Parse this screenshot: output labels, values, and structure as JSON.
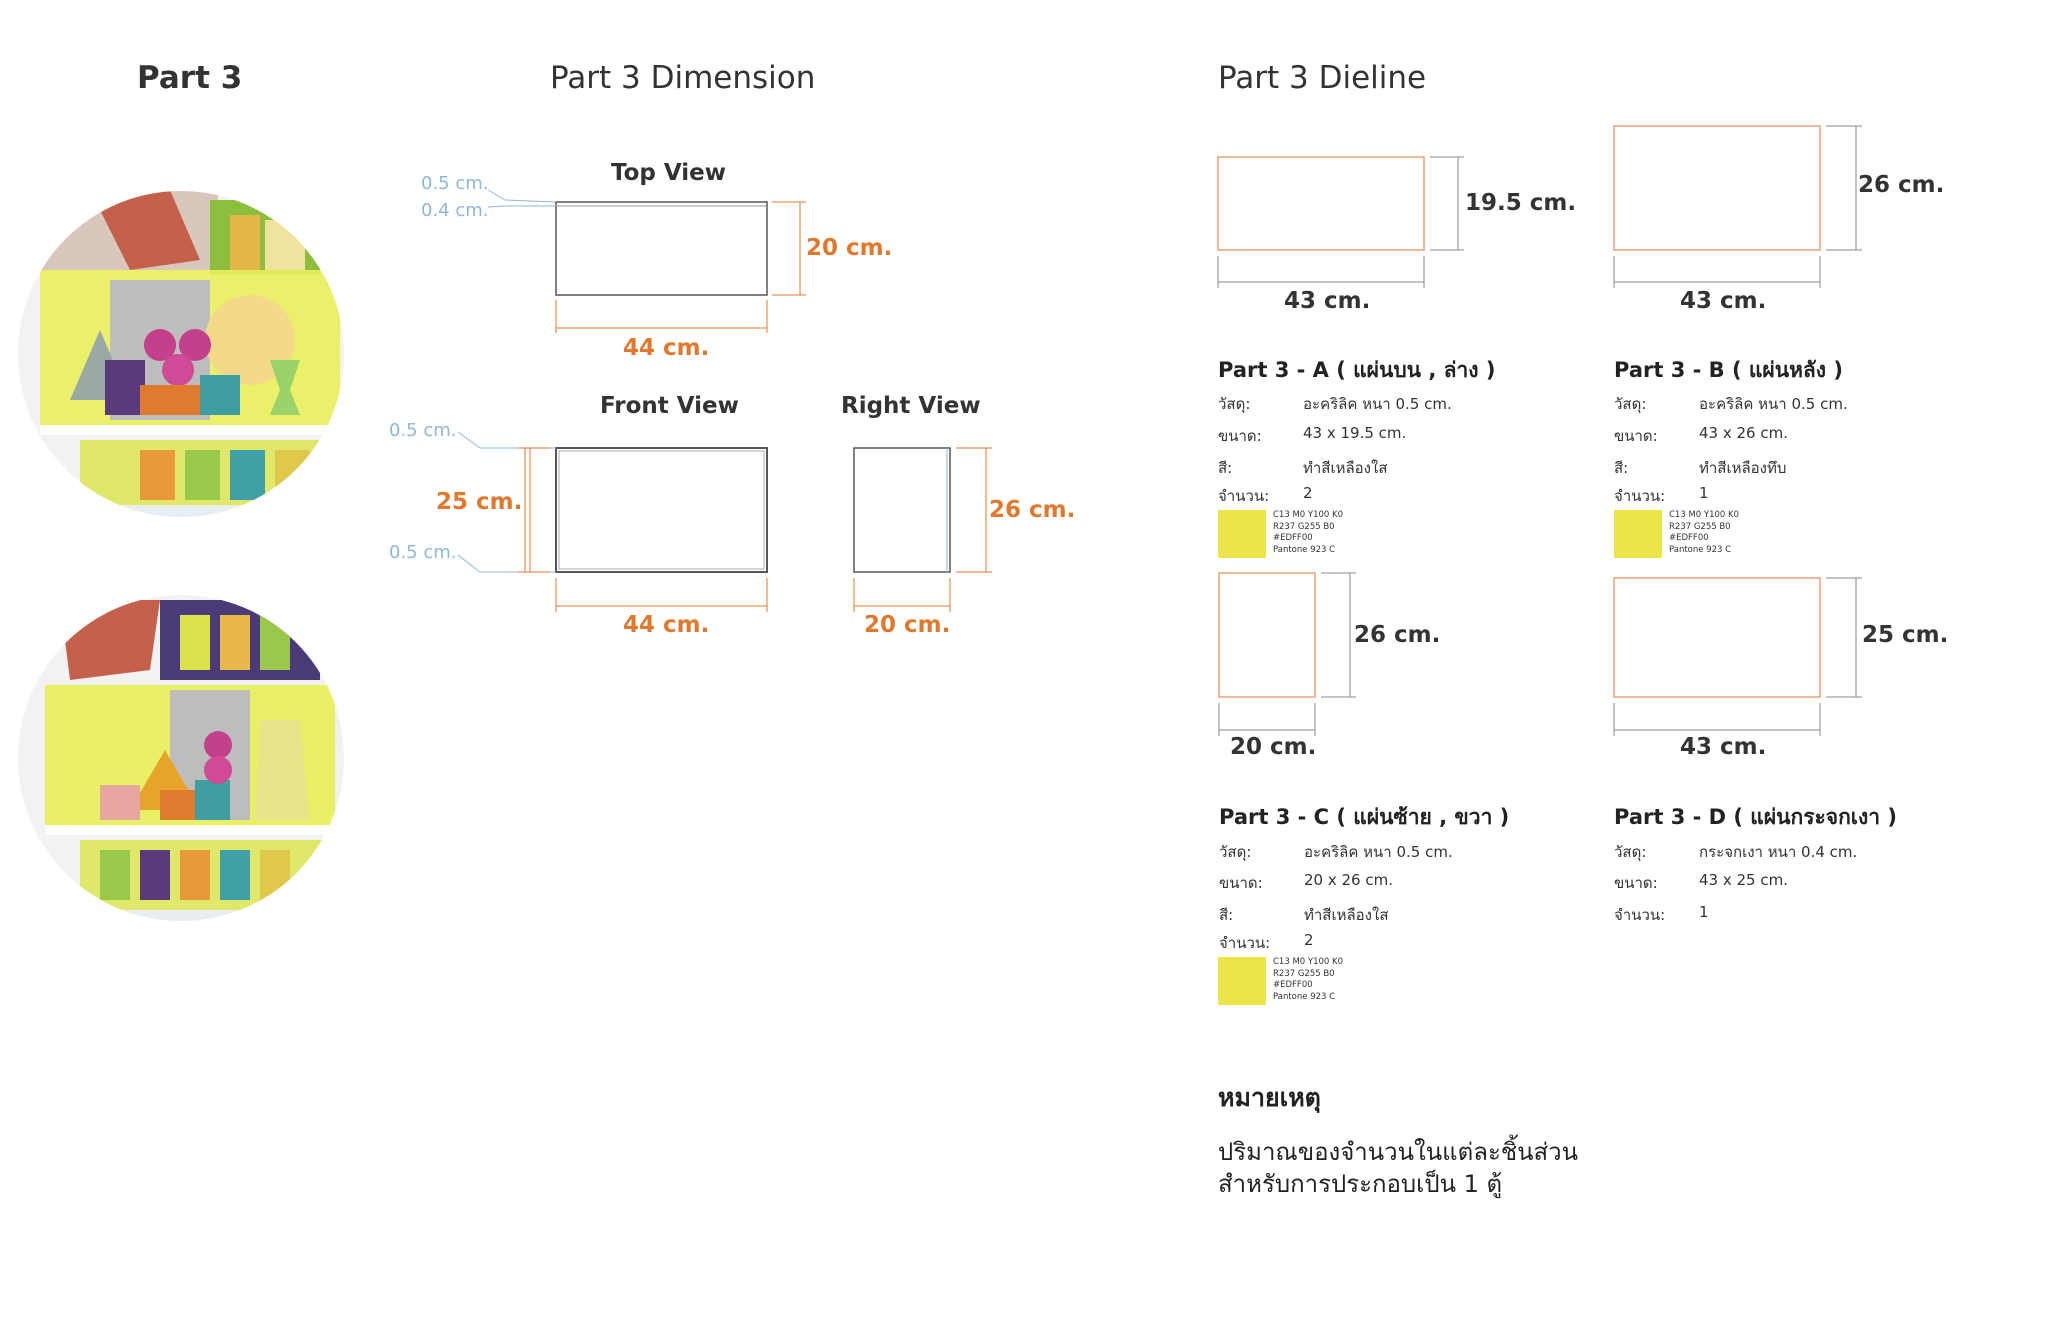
{
  "titles": {
    "part": "Part 3",
    "dimension": "Part 3 Dimension",
    "dieline": "Part 3 Dieline"
  },
  "views": {
    "top": "Top View",
    "front": "Front View",
    "right": "Right View"
  },
  "dims": {
    "top_thick1": "0.5 cm.",
    "top_thick2": "0.4 cm.",
    "top_height": "20 cm.",
    "top_width": "44 cm.",
    "front_thick_top": "0.5 cm.",
    "front_height": "25 cm.",
    "front_thick_bottom": "0.5 cm.",
    "front_width": "44 cm.",
    "right_height": "26 cm.",
    "right_width": "20 cm."
  },
  "dieline": {
    "a": {
      "h": "19.5 cm.",
      "w": "43 cm."
    },
    "b": {
      "h": "26 cm.",
      "w": "43 cm."
    },
    "c": {
      "h": "26 cm.",
      "w": "20 cm."
    },
    "d": {
      "h": "25 cm.",
      "w": "43 cm."
    }
  },
  "spec_labels": {
    "material": "วัสดุ:",
    "size": "ขนาด:",
    "color": "สี:",
    "qty": "จำนวน:"
  },
  "parts": [
    {
      "title": "Part 3 - A ( แผ่นบน , ล่าง )",
      "material": "อะคริลิค หนา 0.5 cm.",
      "size": "43 x 19.5 cm.",
      "color": "ทำสีเหลืองใส",
      "qty": "2"
    },
    {
      "title": "Part 3 - B ( แผ่นหลัง )",
      "material": "อะคริลิค หนา 0.5 cm.",
      "size": "43 x 26 cm.",
      "color": "ทำสีเหลืองทึบ",
      "qty": "1"
    },
    {
      "title": "Part 3 - C ( แผ่นซ้าย , ขวา )",
      "material": "อะคริลิค หนา 0.5 cm.",
      "size": "20 x 26 cm.",
      "color": "ทำสีเหลืองใส",
      "qty": "2"
    },
    {
      "title": "Part 3 - D ( แผ่นกระจกเงา )",
      "material": "กระจกเงา หนา 0.4 cm.",
      "size": "43 x 25 cm.",
      "qty": "1"
    }
  ],
  "swatch": {
    "hex_color": "#EDFF00",
    "display_color": "#e9e54a",
    "cmyk": "C13 M0 Y100 K0",
    "rgb": "R237 G255 B0",
    "hex": "#EDFF00",
    "pantone": "Pantone 923 C"
  },
  "note": {
    "heading": "หมายเหตุ",
    "line1": "ปริมาณของจำนวนในแต่ละชิ้นส่วน",
    "line2": "สำหรับการประกอบเป็น 1 ตู้"
  },
  "colors": {
    "accent": "#e0782e",
    "thin_line": "#8fb7d6",
    "dieline": "#e8a27a"
  }
}
